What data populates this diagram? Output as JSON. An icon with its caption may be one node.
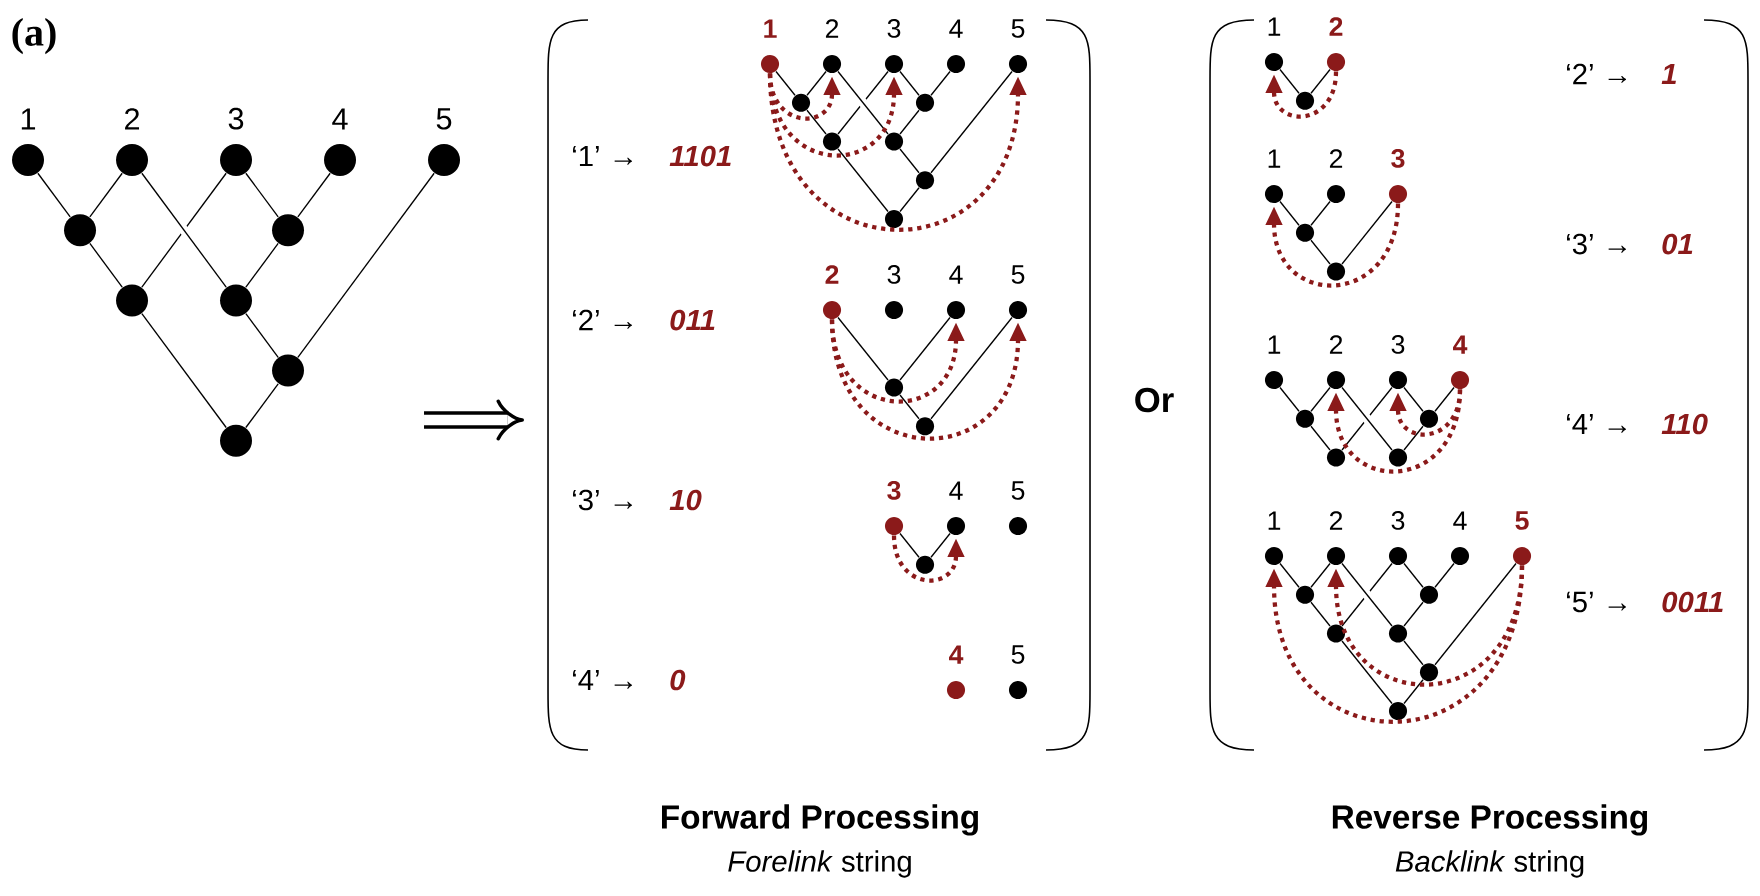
{
  "diagram": {
    "nodes": [
      {
        "text": [],
        "shape": "circle",
        "beside": [
          "1"
        ]
      },
      {
        "text": [],
        "shape": "circle",
        "beside": [
          "2"
        ]
      },
      {
        "text": [],
        "shape": "circle",
        "beside": [
          "3"
        ]
      },
      {
        "text": [],
        "shape": "circle",
        "beside": [
          "4"
        ]
      },
      {
        "text": [],
        "shape": "circle",
        "beside": [
          "5"
        ]
      },
      {
        "text": [],
        "shape": "circle"
      },
      {
        "text": [],
        "shape": "circle"
      },
      {
        "text": [],
        "shape": "circle"
      },
      {
        "text": [],
        "shape": "circle"
      },
      {
        "text": [],
        "shape": "circle"
      },
      {
        "text": [],
        "shape": "circle"
      },
      {
        "text": [],
        "shape": "circle",
        "beside": [
          "1"
        ]
      },
      {
        "text": [],
        "shape": "circle",
        "beside": [
          "2"
        ]
      },
      {
        "text": [],
        "shape": "circle",
        "beside": [
          "3"
        ]
      },
      {
        "text": [],
        "shape": "circle",
        "beside": [
          "4"
        ]
      },
      {
        "text": [],
        "shape": "circle",
        "beside": [
          "5"
        ]
      },
      {
        "text": [],
        "shape": "circle"
      },
      {
        "text": [],
        "shape": "circle"
      },
      {
        "text": [],
        "shape": "circle"
      },
      {
        "text": [],
        "shape": "circle"
      },
      {
        "text": [],
        "shape": "circle"
      },
      {
        "text": [],
        "shape": "circle"
      },
      {
        "text": [],
        "shape": "circle",
        "beside": [
          "2"
        ]
      },
      {
        "text": [],
        "shape": "circle",
        "beside": [
          "3"
        ]
      },
      {
        "text": [],
        "shape": "circle",
        "beside": [
          "4"
        ]
      },
      {
        "text": [],
        "shape": "circle",
        "beside": [
          "5"
        ]
      },
      {
        "text": [],
        "shape": "circle"
      },
      {
        "text": [],
        "shape": "circle"
      },
      {
        "text": [],
        "shape": "circle",
        "beside": [
          "3"
        ]
      },
      {
        "text": [],
        "shape": "circle",
        "beside": [
          "4"
        ]
      },
      {
        "text": [],
        "shape": "circle",
        "beside": [
          "5"
        ]
      },
      {
        "text": [],
        "shape": "circle"
      },
      {
        "text": [],
        "shape": "circle",
        "beside": [
          "4"
        ]
      },
      {
        "text": [],
        "shape": "circle",
        "beside": [
          "5"
        ]
      },
      {
        "text": [],
        "shape": "circle",
        "beside": [
          "1"
        ]
      },
      {
        "text": [],
        "shape": "circle",
        "beside": [
          "2"
        ]
      },
      {
        "text": [],
        "shape": "circle"
      },
      {
        "text": [],
        "shape": "circle",
        "beside": [
          "1"
        ]
      },
      {
        "text": [],
        "shape": "circle",
        "beside": [
          "2"
        ]
      },
      {
        "text": [],
        "shape": "circle",
        "beside": [
          "3"
        ]
      },
      {
        "text": [],
        "shape": "circle"
      },
      {
        "text": [],
        "shape": "circle"
      },
      {
        "text": [],
        "shape": "circle",
        "beside": [
          "1"
        ]
      },
      {
        "text": [],
        "shape": "circle",
        "beside": [
          "2"
        ]
      },
      {
        "text": [],
        "shape": "circle",
        "beside": [
          "3"
        ]
      },
      {
        "text": [],
        "shape": "circle",
        "beside": [
          "4"
        ]
      },
      {
        "text": [],
        "shape": "circle"
      },
      {
        "text": [],
        "shape": "circle"
      },
      {
        "text": [],
        "shape": "circle"
      },
      {
        "text": [],
        "shape": "circle"
      },
      {
        "text": [],
        "shape": "circle",
        "beside": [
          "1"
        ]
      },
      {
        "text": [],
        "shape": "circle",
        "beside": [
          "2"
        ]
      },
      {
        "text": [],
        "shape": "circle",
        "beside": [
          "3"
        ]
      },
      {
        "text": [],
        "shape": "circle",
        "beside": [
          "4"
        ]
      },
      {
        "text": [],
        "shape": "circle",
        "beside": [
          "5"
        ]
      },
      {
        "text": [],
        "shape": "circle"
      },
      {
        "text": [],
        "shape": "circle"
      },
      {
        "text": [],
        "shape": "circle"
      },
      {
        "text": [],
        "shape": "circle"
      },
      {
        "text": [],
        "shape": "circle"
      },
      {
        "text": [],
        "shape": "circle"
      }
    ],
    "edges": [
      {
        "from": 0,
        "to": 5,
        "arrow": "none"
      },
      {
        "from": 1,
        "to": 5,
        "arrow": "none"
      },
      {
        "from": 2,
        "to": 6,
        "arrow": "none"
      },
      {
        "from": 3,
        "to": 6,
        "arrow": "none"
      },
      {
        "from": 5,
        "to": 7,
        "arrow": "none"
      },
      {
        "from": 2,
        "to": 7,
        "arrow": "none"
      },
      {
        "from": 1,
        "to": 8,
        "arrow": "none"
      },
      {
        "from": 6,
        "to": 8,
        "arrow": "none"
      },
      {
        "from": 8,
        "to": 9,
        "arrow": "none"
      },
      {
        "from": 4,
        "to": 9,
        "arrow": "none"
      },
      {
        "from": 7,
        "to": 10,
        "arrow": "none"
      },
      {
        "from": 9,
        "to": 10,
        "arrow": "none"
      },
      {
        "from": 11,
        "to": 16,
        "arrow": "none"
      },
      {
        "from": 12,
        "to": 16,
        "arrow": "none"
      },
      {
        "from": 13,
        "to": 17,
        "arrow": "none"
      },
      {
        "from": 14,
        "to": 17,
        "arrow": "none"
      },
      {
        "from": 16,
        "to": 18,
        "arrow": "none"
      },
      {
        "from": 13,
        "to": 18,
        "arrow": "none"
      },
      {
        "from": 12,
        "to": 19,
        "arrow": "none"
      },
      {
        "from": 17,
        "to": 19,
        "arrow": "none"
      },
      {
        "from": 19,
        "to": 20,
        "arrow": "none"
      },
      {
        "from": 15,
        "to": 20,
        "arrow": "none"
      },
      {
        "from": 18,
        "to": 21,
        "arrow": "none"
      },
      {
        "from": 20,
        "to": 21,
        "arrow": "none"
      },
      {
        "from": 22,
        "to": 26,
        "arrow": "none"
      },
      {
        "from": 24,
        "to": 26,
        "arrow": "none"
      },
      {
        "from": 26,
        "to": 27,
        "arrow": "none"
      },
      {
        "from": 25,
        "to": 27,
        "arrow": "none"
      },
      {
        "from": 28,
        "to": 31,
        "arrow": "none"
      },
      {
        "from": 29,
        "to": 31,
        "arrow": "none"
      },
      {
        "from": 34,
        "to": 36,
        "arrow": "none"
      },
      {
        "from": 35,
        "to": 36,
        "arrow": "none"
      },
      {
        "from": 37,
        "to": 40,
        "arrow": "none"
      },
      {
        "from": 38,
        "to": 40,
        "arrow": "none"
      },
      {
        "from": 40,
        "to": 41,
        "arrow": "none"
      },
      {
        "from": 39,
        "to": 41,
        "arrow": "none"
      },
      {
        "from": 42,
        "to": 46,
        "arrow": "none"
      },
      {
        "from": 43,
        "to": 46,
        "arrow": "none"
      },
      {
        "from": 44,
        "to": 47,
        "arrow": "none"
      },
      {
        "from": 45,
        "to": 47,
        "arrow": "none"
      },
      {
        "from": 46,
        "to": 48,
        "arrow": "none"
      },
      {
        "from": 44,
        "to": 48,
        "arrow": "none"
      },
      {
        "from": 43,
        "to": 49,
        "arrow": "none"
      },
      {
        "from": 47,
        "to": 49,
        "arrow": "none"
      },
      {
        "from": 50,
        "to": 55,
        "arrow": "none"
      },
      {
        "from": 51,
        "to": 55,
        "arrow": "none"
      },
      {
        "from": 52,
        "to": 56,
        "arrow": "none"
      },
      {
        "from": 53,
        "to": 56,
        "arrow": "none"
      },
      {
        "from": 55,
        "to": 57,
        "arrow": "none"
      },
      {
        "from": 52,
        "to": 57,
        "arrow": "none"
      },
      {
        "from": 51,
        "to": 58,
        "arrow": "none"
      },
      {
        "from": 56,
        "to": 58,
        "arrow": "none"
      },
      {
        "from": 58,
        "to": 59,
        "arrow": "none"
      },
      {
        "from": 54,
        "to": 59,
        "arrow": "none"
      },
      {
        "from": 57,
        "to": 60,
        "arrow": "none"
      },
      {
        "from": 59,
        "to": 60,
        "arrow": "none"
      },
      {
        "from": 11,
        "to": 12,
        "arrow": "to",
        "style": "dashed",
        "color": "#8b1a1a"
      },
      {
        "from": 11,
        "to": 13,
        "arrow": "to",
        "style": "dashed",
        "color": "#8b1a1a"
      },
      {
        "from": 11,
        "to": 15,
        "arrow": "to",
        "style": "dashed",
        "color": "#8b1a1a"
      },
      {
        "from": 22,
        "to": 24,
        "arrow": "to",
        "style": "dashed",
        "color": "#8b1a1a"
      },
      {
        "from": 22,
        "to": 25,
        "arrow": "to",
        "style": "dashed",
        "color": "#8b1a1a"
      },
      {
        "from": 28,
        "to": 29,
        "arrow": "to",
        "style": "dashed",
        "color": "#8b1a1a"
      },
      {
        "from": 35,
        "to": 34,
        "arrow": "to",
        "style": "dashed",
        "color": "#8b1a1a"
      },
      {
        "from": 39,
        "to": 37,
        "arrow": "to",
        "style": "dashed",
        "color": "#8b1a1a"
      },
      {
        "from": 45,
        "to": 43,
        "arrow": "to",
        "style": "dashed",
        "color": "#8b1a1a"
      },
      {
        "from": 45,
        "to": 44,
        "arrow": "to",
        "style": "dashed",
        "color": "#8b1a1a"
      },
      {
        "from": 54,
        "to": 50,
        "arrow": "to",
        "style": "dashed",
        "color": "#8b1a1a"
      },
      {
        "from": 54,
        "to": 51,
        "arrow": "to",
        "style": "dashed",
        "color": "#8b1a1a"
      }
    ],
    "labels": [
      "(a)",
      "‘1’ →",
      "1101",
      "‘2’ →",
      "011",
      "‘3’ →",
      "10",
      "‘4’ →",
      "0",
      "Or",
      "‘2’ →",
      "1",
      "‘3’ →",
      "01",
      "‘4’ →",
      "110",
      "‘5’ →",
      "0011",
      "Forward Processing",
      "*Forelink* string",
      "Reverse Processing",
      "*Backlink* string"
    ]
  }
}
